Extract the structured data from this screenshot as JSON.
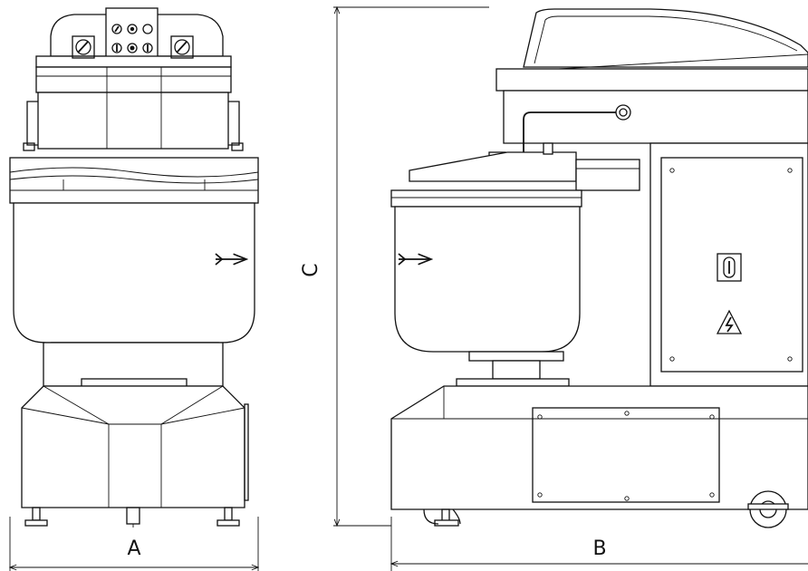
{
  "dimensions": {
    "width_label": "A",
    "depth_label": "B",
    "height_label": "C"
  },
  "icons": {
    "warning": "high-voltage-warning-icon",
    "switch": "rotary-switch-icon",
    "arrow": "rotation-arrow-icon"
  },
  "colors": {
    "line": "#111111",
    "background": "#ffffff"
  }
}
